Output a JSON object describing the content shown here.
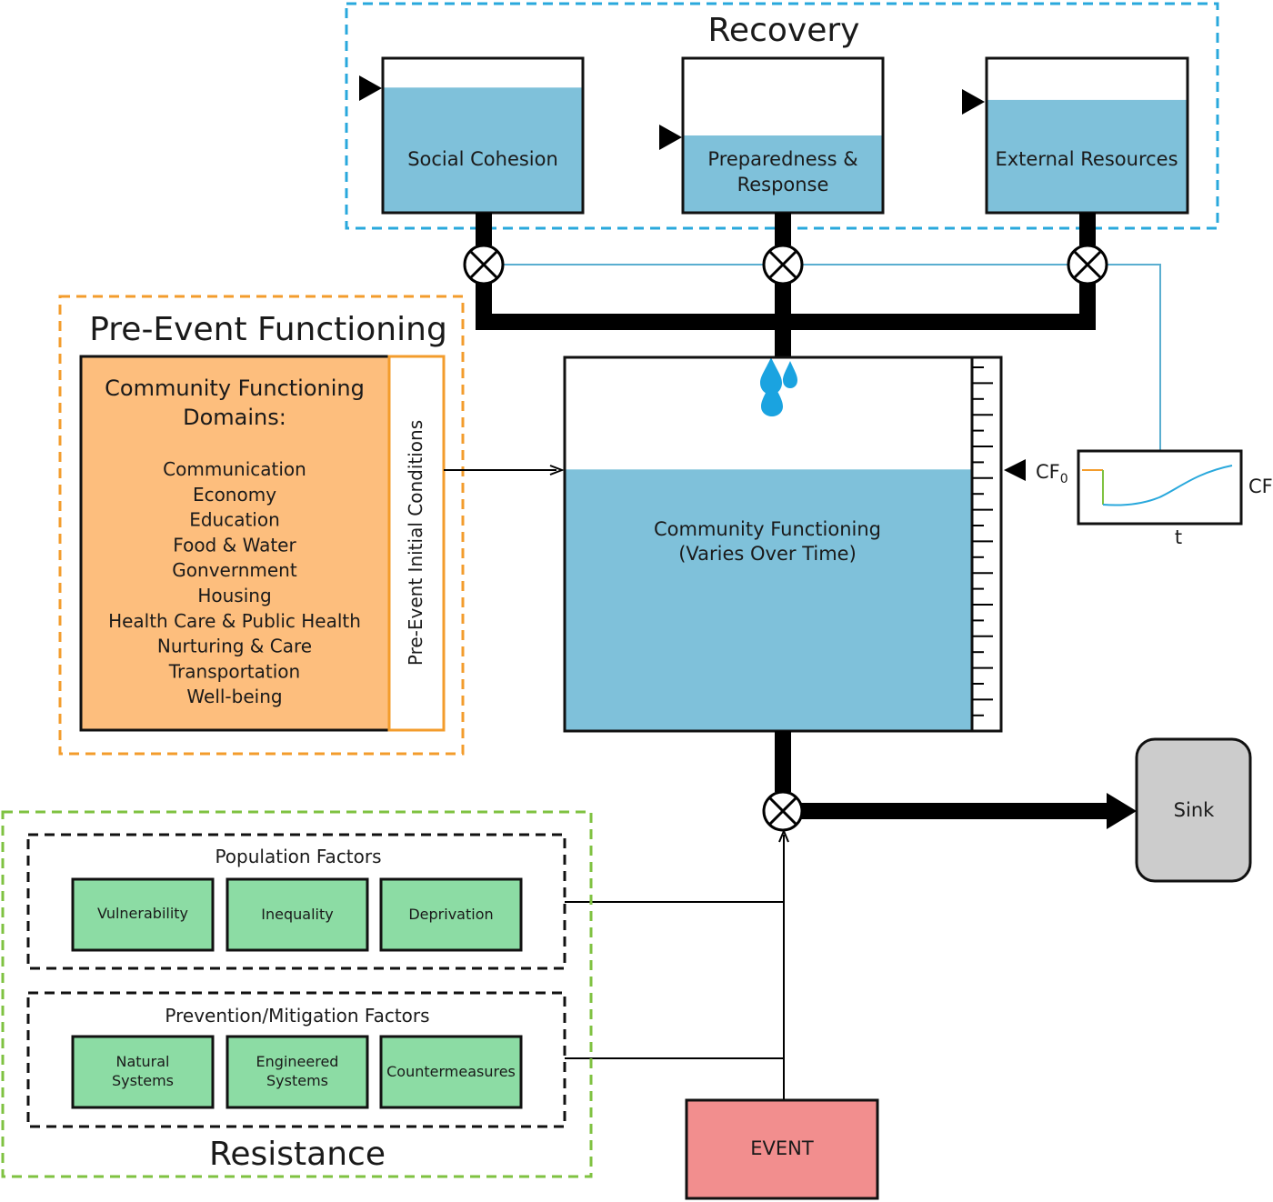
{
  "recovery": {
    "title": "Recovery",
    "stocks": [
      "Social Cohesion",
      "Preparedness &",
      "Response",
      "External Resources"
    ],
    "levels": [
      0.81,
      0.5,
      0.73
    ]
  },
  "pre_event": {
    "title": "Pre-Event Functioning",
    "heading_line1": "Community Functioning",
    "heading_line2": "Domains:",
    "domains": [
      "Communication",
      "Economy",
      "Education",
      "Food & Water",
      "Gonvernment",
      "Housing",
      "Health Care & Public Health",
      "Nurturing & Care",
      "Transportation",
      "Well-being"
    ],
    "initial_conditions": "Pre-Event Initial Conditions"
  },
  "community": {
    "line1": "Community Functioning",
    "line2": "(Varies Over Time)",
    "level": 0.7
  },
  "graph": {
    "cf0_label": "CF",
    "cf0_sub": "0",
    "y_label": "CF",
    "x_label": "t"
  },
  "sink": {
    "label": "Sink"
  },
  "event": {
    "label": "EVENT"
  },
  "resistance": {
    "title": "Resistance",
    "population_title": "Population Factors",
    "population": [
      "Vulnerability",
      "Inequality",
      "Deprivation"
    ],
    "prevention_title": "Prevention/Mitigation Factors",
    "prevention": [
      [
        "Natural",
        "Systems"
      ],
      [
        "Engineered",
        "Systems"
      ],
      [
        "Countermeasures"
      ]
    ]
  },
  "colors": {
    "water": "#7fc1da",
    "recovery_border": "#29a8dc",
    "pre_event_border": "#f39c2c",
    "domains_fill": "#fdbe7d",
    "resistance_border": "#7fc241",
    "factor_fill": "#8cdca4",
    "sink_fill": "#cccccc",
    "event_fill": "#f28e8e",
    "drop": "#1aa3e0",
    "thin_line": "#5aaed0"
  }
}
